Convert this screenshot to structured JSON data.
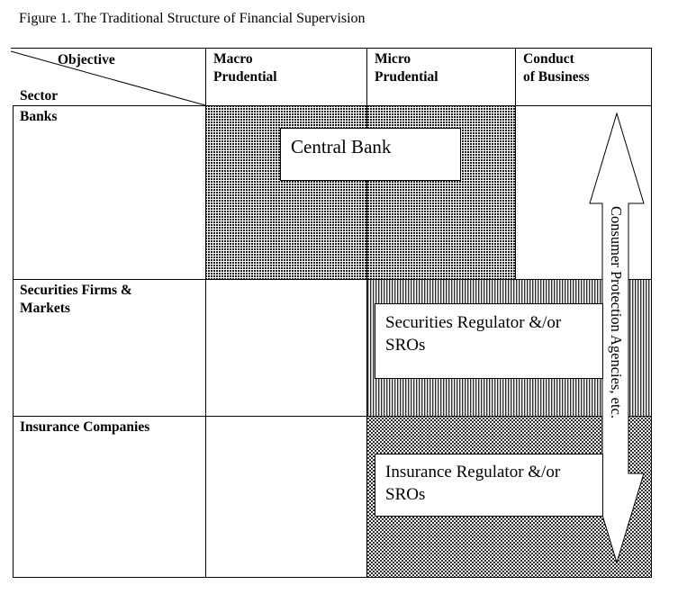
{
  "caption": "Figure 1.  The Traditional Structure of Financial Supervision",
  "header": {
    "objective": "Objective",
    "sector": "Sector",
    "columns": [
      {
        "line1": "Macro",
        "line2": "Prudential"
      },
      {
        "line1": "Micro",
        "line2": "Prudential"
      },
      {
        "line1": "Conduct",
        "line2": "of Business"
      }
    ]
  },
  "rows": [
    {
      "line1": "Banks",
      "line2": ""
    },
    {
      "line1": "Securities Firms &",
      "line2": "Markets"
    },
    {
      "line1": "Insurance Companies",
      "line2": ""
    }
  ],
  "blocks": {
    "central_bank": "Central Bank",
    "securities": {
      "line1": "Securities Regulator &/or",
      "line2": "SROs"
    },
    "insurance": {
      "line1": "Insurance Regulator &/or",
      "line2": "SROs"
    }
  },
  "arrow_label": "Consumer Protection Agencies, etc.",
  "colors": {
    "line": "#000000",
    "fill_background": "#ffffff"
  }
}
